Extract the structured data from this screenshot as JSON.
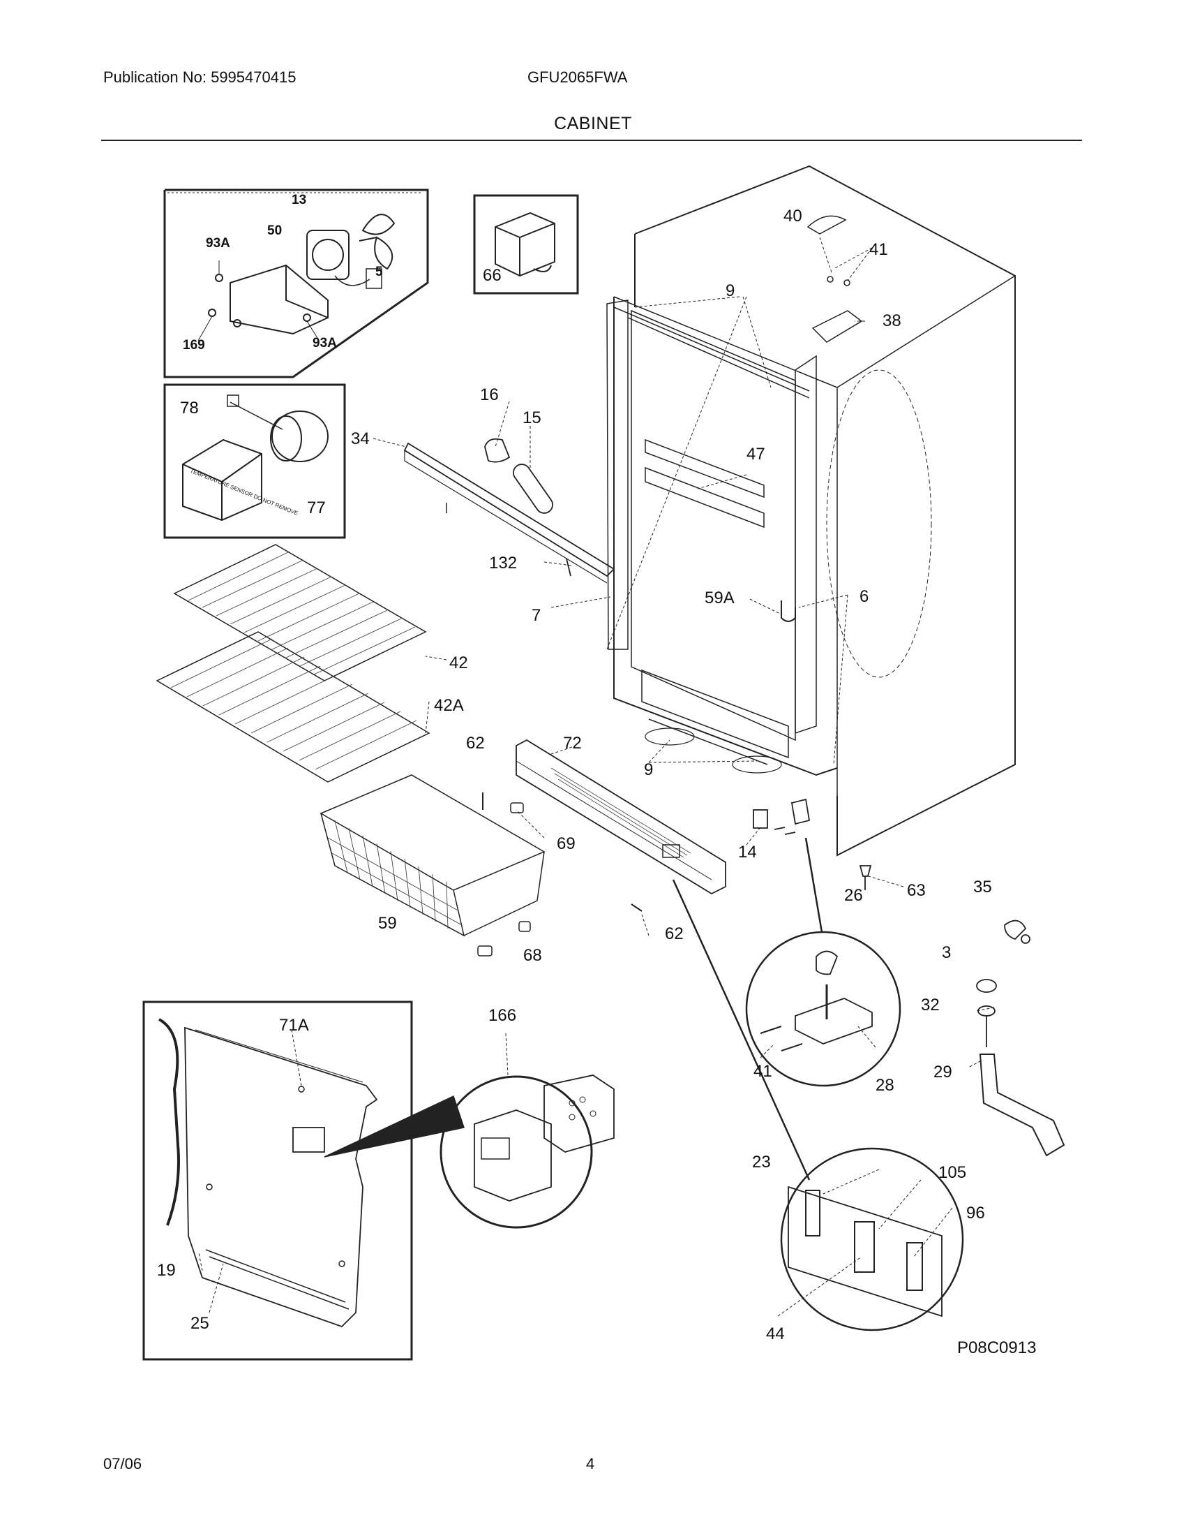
{
  "header": {
    "publication": "Publication No: 5995470415",
    "model": "GFU2065FWA",
    "title": "CABINET"
  },
  "footer": {
    "date": "07/06",
    "page": "4"
  },
  "diagram": {
    "drawing_code": "P08C0913",
    "callouts": {
      "c13": "13",
      "c93a_top": "93A",
      "c50": "50",
      "c5": "5",
      "c169": "169",
      "c93a_bot": "93A",
      "c66": "66",
      "c78": "78",
      "c77": "77",
      "c40": "40",
      "c41_top": "41",
      "c38": "38",
      "c9_top": "9",
      "c16": "16",
      "c15": "15",
      "c34": "34",
      "c47": "47",
      "c132": "132",
      "c7": "7",
      "c59a": "59A",
      "c6": "6",
      "c42": "42",
      "c42a": "42A",
      "c62_top": "62",
      "c72": "72",
      "c9_bot": "9",
      "c69": "69",
      "c14": "14",
      "c59": "59",
      "c68": "68",
      "c62_bot": "62",
      "c63": "63",
      "c26": "26",
      "c35": "35",
      "c3": "3",
      "c32": "32",
      "c29": "29",
      "c41_bot": "41",
      "c28": "28",
      "c71a": "71A",
      "c166": "166",
      "c19": "19",
      "c25": "25",
      "c23": "23",
      "c105": "105",
      "c96": "96",
      "c44": "44"
    },
    "stamp_text": "TEMPERATURE SENSOR DO NOT REMOVE"
  }
}
